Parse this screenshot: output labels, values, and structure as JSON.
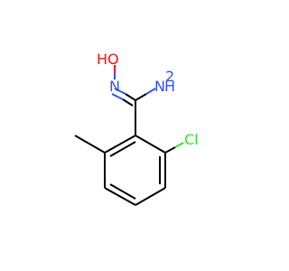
{
  "molecule": {
    "atoms": {
      "oxygen_h": "HO",
      "oxygen_h_parts": [
        "H",
        "O"
      ],
      "imine_nitrogen": "N",
      "amine_nitrogen": "N",
      "amine_hydrogens": "H",
      "amine_hydrogen_subscript": "2",
      "chlorine": "Cl"
    },
    "colors": {
      "bond": "#000000",
      "nitrogen": "#3050F8",
      "oxygen": "#FF0D0D",
      "chlorine": "#1FF01F"
    }
  }
}
